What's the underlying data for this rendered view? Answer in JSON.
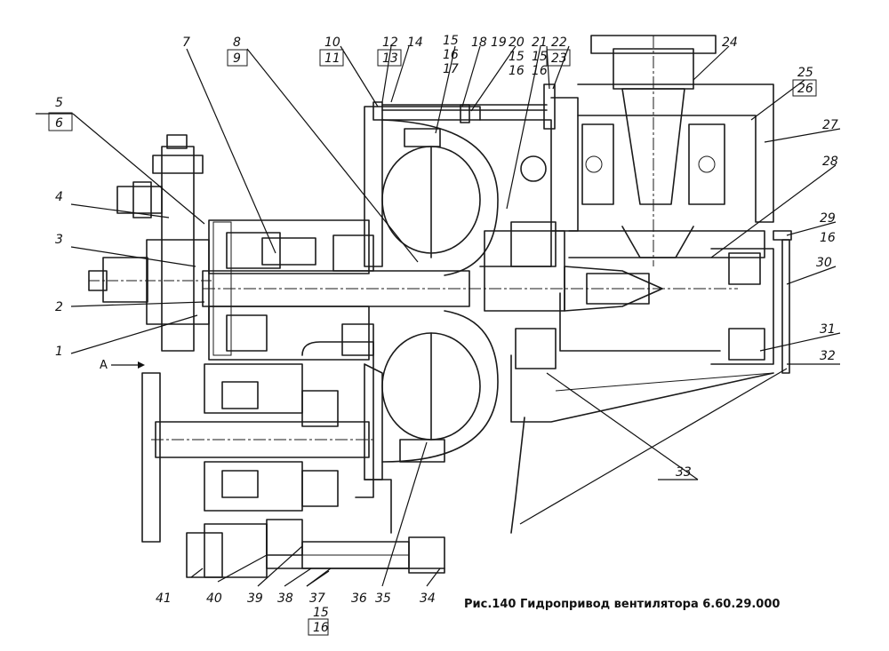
{
  "caption": "Рис.140 Гидропривод вентилятора 6.60.29.000",
  "view_label": "A",
  "callouts": {
    "n1": "1",
    "n2": "2",
    "n3": "3",
    "n4": "4",
    "n5": "5",
    "n6": "6",
    "n7": "7",
    "n8": "8",
    "n9": "9",
    "n10": "10",
    "n11": "11",
    "n12": "12",
    "n13": "13",
    "n14": "14",
    "n15a": "15",
    "n16a": "16",
    "n17": "17",
    "n18": "18",
    "n19": "19",
    "n20": "20",
    "n15b": "15",
    "n16b": "16",
    "n21": "21",
    "n15c": "15",
    "n16c": "16",
    "n22": "22",
    "n23": "23",
    "n24": "24",
    "n25": "25",
    "n26": "26",
    "n27": "27",
    "n28": "28",
    "n29": "29",
    "n16d": "16",
    "n30": "30",
    "n31": "31",
    "n32": "32",
    "n33": "33",
    "n34": "34",
    "n35": "35",
    "n36": "36",
    "n37": "37",
    "n15d": "15",
    "n16e": "16",
    "n38": "38",
    "n39": "39",
    "n40": "40",
    "n41": "41"
  },
  "icons": {
    "view_arrow": "arrow-right-icon"
  }
}
